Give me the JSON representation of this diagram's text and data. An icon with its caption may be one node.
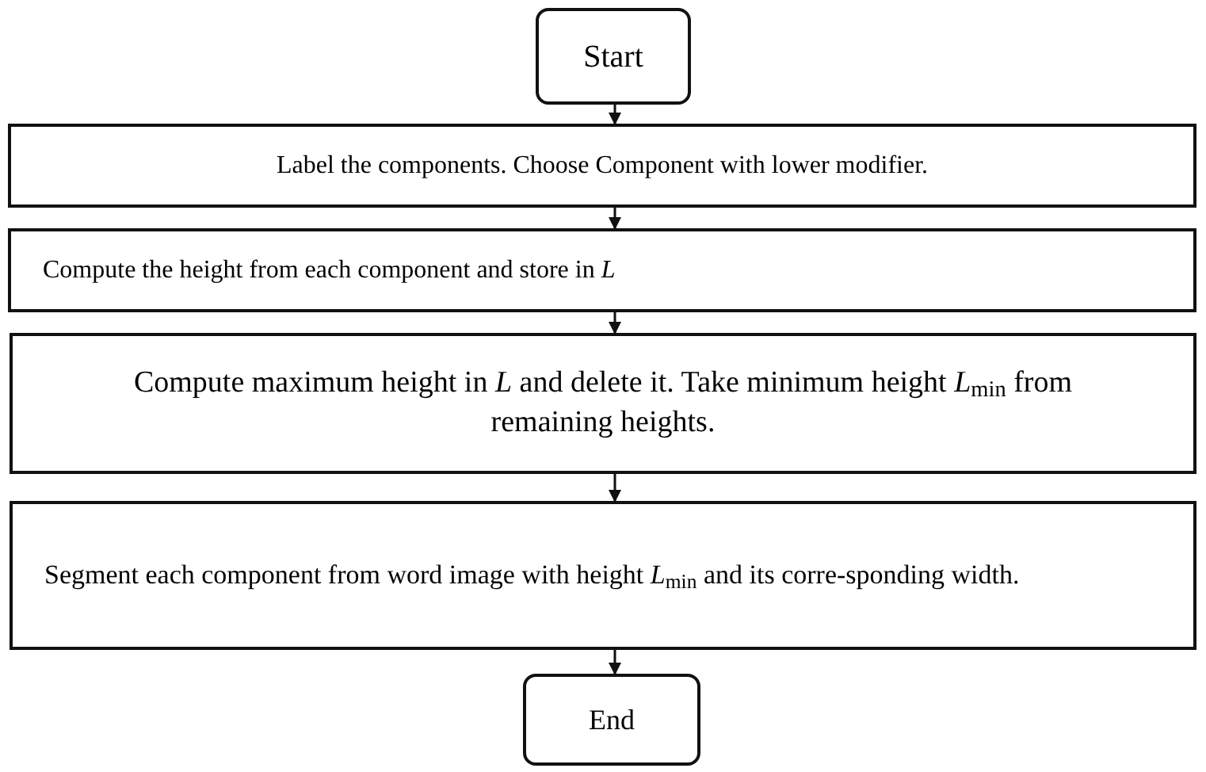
{
  "diagram": {
    "nodes": [
      {
        "text": [
          "Start"
        ]
      },
      {
        "text": [
          "Label the components. Choose Component with lower modifier."
        ]
      },
      {
        "text": [
          "Compute the height from each component and store in *L*"
        ]
      },
      {
        "text": [
          "Compute maximum height in *L* and delete it. Take minimum height *L*$_{min}$ from remaining heights."
        ]
      },
      {
        "text": [
          "Segment each component from word image with height *L*$_{min}$ and its corre-sponding width."
        ]
      },
      {
        "text": [
          "End"
        ]
      }
    ],
    "edges": [
      {
        "from": 0,
        "to": 1,
        "arrow": "to"
      },
      {
        "from": 1,
        "to": 2,
        "arrow": "to"
      },
      {
        "from": 2,
        "to": 3,
        "arrow": "to"
      },
      {
        "from": 3,
        "to": 4,
        "arrow": "to"
      },
      {
        "from": 4,
        "to": 5,
        "arrow": "to"
      }
    ]
  }
}
